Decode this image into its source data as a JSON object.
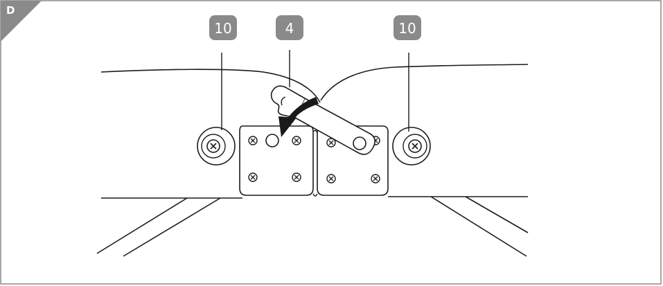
{
  "diagram": {
    "panel_letter": "D",
    "callouts": [
      {
        "id": "left",
        "number": "10"
      },
      {
        "id": "center",
        "number": "4"
      },
      {
        "id": "right",
        "number": "10"
      }
    ],
    "colors": {
      "line": "#1a1a1a",
      "callout_fill": "#8a8a8a",
      "corner_fill": "#8a8a8a",
      "arrow_fill": "#1a1a1a"
    }
  }
}
